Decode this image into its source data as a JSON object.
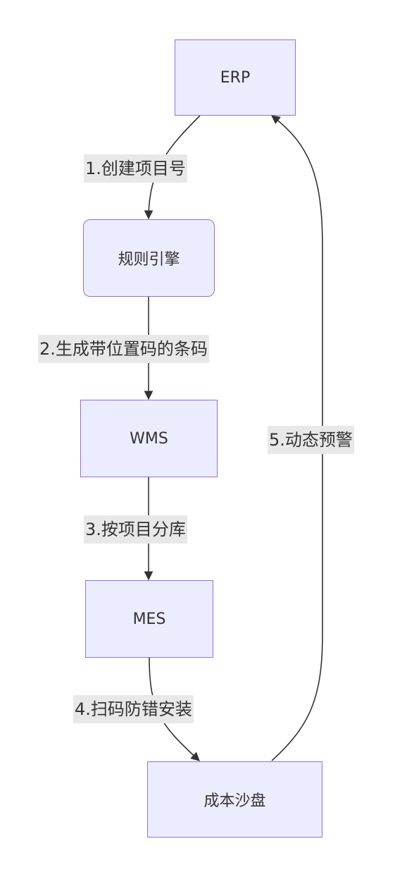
{
  "nodes": {
    "erp": "ERP",
    "rules": "规则引擎",
    "wms": "WMS",
    "mes": "MES",
    "sandbox": "成本沙盘"
  },
  "edges": {
    "e1": "1.创建项目号",
    "e2": "2.生成带位置码的条码",
    "e3": "3.按项目分库",
    "e4": "4.扫码防错安装",
    "e5": "5.动态预警"
  },
  "colors": {
    "node_fill": "#ececff",
    "node_stroke": "#9370db",
    "edge": "#333333",
    "label_bg": "#e8e8e8"
  }
}
